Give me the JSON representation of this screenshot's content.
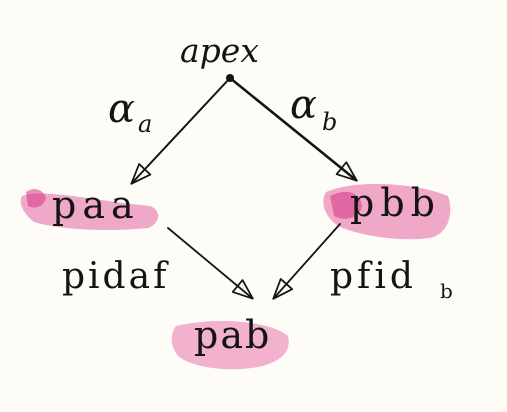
{
  "nodes": {
    "apex": "apex",
    "paa": "paa",
    "pbb": "pbb",
    "pab": "pab"
  },
  "edges": {
    "alpha_a": {
      "symbol": "α",
      "subscript": "a"
    },
    "alpha_b": {
      "symbol": "α",
      "subscript": "b"
    },
    "pidaf": "pidaf",
    "pfid": {
      "text": "pfid",
      "subscript": "b"
    }
  },
  "colors": {
    "ink": "#141414",
    "highlighter": "#e0428f",
    "paper": "#fefcf7"
  }
}
